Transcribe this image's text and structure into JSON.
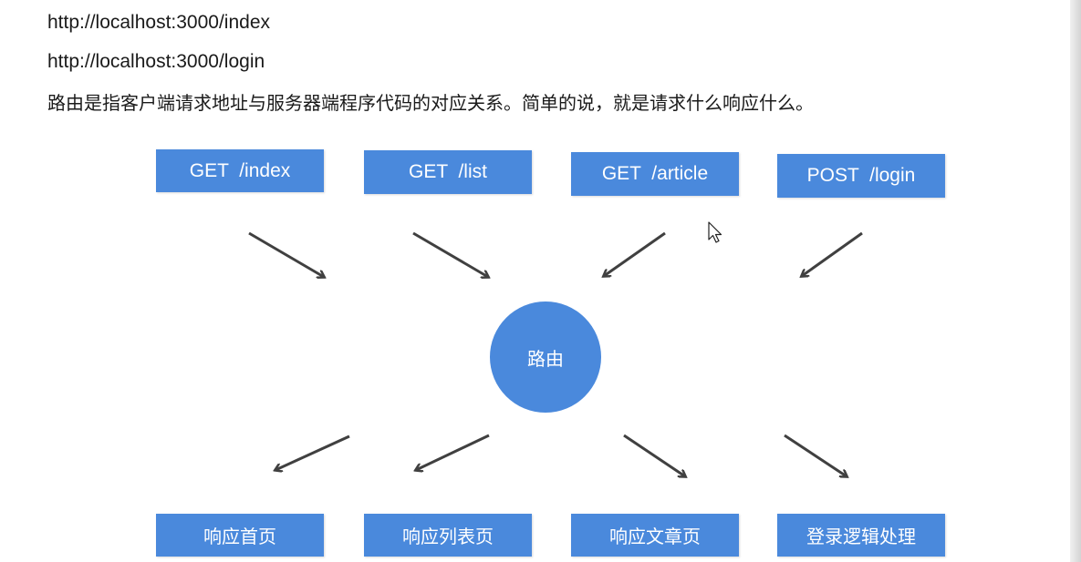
{
  "text": {
    "url_index": "http://localhost:3000/index",
    "url_login": "http://localhost:3000/login",
    "description": "路由是指客户端请求地址与服务器端程序代码的对应关系。简单的说，就是请求什么响应什么。"
  },
  "requests": [
    {
      "label": "GET  /index"
    },
    {
      "label": "GET  /list"
    },
    {
      "label": "GET  /article"
    },
    {
      "label": "POST  /login"
    }
  ],
  "hub": {
    "label": "路由"
  },
  "responses": [
    {
      "label": "响应首页"
    },
    {
      "label": "响应列表页"
    },
    {
      "label": "响应文章页"
    },
    {
      "label": "登录逻辑处理"
    }
  ],
  "colors": {
    "box": "#4a89dc",
    "box_text": "#ffffff",
    "arrow": "#404040",
    "text": "#1a1a1a"
  }
}
